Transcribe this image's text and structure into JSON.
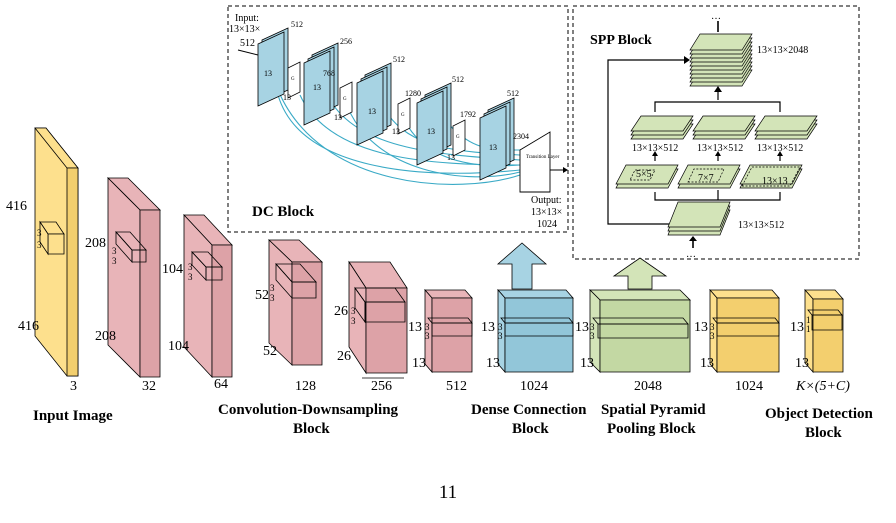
{
  "colors": {
    "yellow": "#FDE08D",
    "pink": "#E8B4B8",
    "blue": "#A7D3E3",
    "green": "#D3E4B8",
    "skip_line": "#3AAAC6"
  },
  "input_block": {
    "height_label": "416",
    "depth_label": "416",
    "channels": "3",
    "kernel_a": "3",
    "kernel_b": "3",
    "caption": "Input Image"
  },
  "conv_blocks": [
    {
      "h": "208",
      "w": "208",
      "c": "32",
      "k1": "3",
      "k2": "3"
    },
    {
      "h": "104",
      "w": "104",
      "c": "64",
      "k1": "3",
      "k2": "3"
    },
    {
      "h": "52",
      "w": "52",
      "c": "128",
      "k1": "3",
      "k2": "3"
    },
    {
      "h": "26",
      "w": "26",
      "c": "256",
      "k1": "3",
      "k2": "3"
    },
    {
      "h": "13",
      "w": "13",
      "c": "512",
      "k1": "3",
      "k2": "3"
    }
  ],
  "conv_caption_line1": "Convolution-Downsampling",
  "conv_caption_line2": "Block",
  "dense_block": {
    "h": "13",
    "w": "13",
    "c": "1024",
    "k1": "3",
    "k2": "3",
    "caption_line1": "Dense Connection",
    "caption_line2": "Block"
  },
  "spp_block": {
    "h": "13",
    "w": "13",
    "c": "2048",
    "k1": "3",
    "k2": "3",
    "caption_line1": "Spatial Pyramid",
    "caption_line2": "Pooling Block"
  },
  "det_blocks": [
    {
      "h": "13",
      "w": "13",
      "c": "1024",
      "k1": "3",
      "k2": "3"
    },
    {
      "h": "13",
      "w": "13",
      "c": "K×(5+C)",
      "k1": "1",
      "k2": "1"
    }
  ],
  "det_caption_line1": "Object Detection",
  "det_caption_line2": "Block",
  "dc_panel": {
    "title": "DC Block",
    "input_line1": "Input:",
    "input_line2": "13×13×",
    "input_line3": "512",
    "output_line1": "Output:",
    "output_line2": "13×13×",
    "output_line3": "1024",
    "channel_labels": [
      "512",
      "256",
      "768",
      "512",
      "1280",
      "512",
      "1792",
      "512",
      "2304"
    ],
    "spatial": "13",
    "small_label": "G",
    "transition_label": "Transition Layer"
  },
  "spp_panel": {
    "title": "SPP Block",
    "top_label": "13×13×2048",
    "mid_label": "13×13×512",
    "pool_labels": [
      "5×5",
      "7×7",
      "13×13"
    ],
    "bottom_label": "13×13×512",
    "ellipsis": "…"
  },
  "page_number": "11"
}
